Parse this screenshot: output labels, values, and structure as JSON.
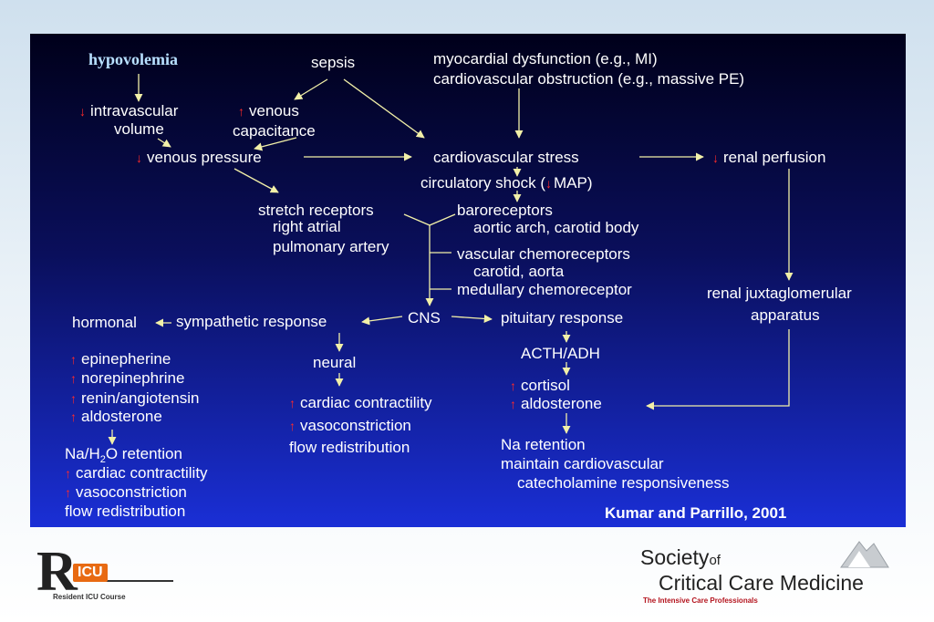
{
  "nodes": {
    "hypovolemia": "hypovolemia",
    "sepsis": "sepsis",
    "myo1": "myocardial dysfunction (e.g., MI)",
    "myo2": "cardiovascular obstruction (e.g., massive PE)",
    "intravascular1": "intravascular",
    "intravascular2": "volume",
    "venous_cap1": "venous",
    "venous_cap2": "capacitance",
    "venous_pressure": "venous pressure",
    "cv_stress": "cardiovascular stress",
    "renal_perfusion": "renal perfusion",
    "circ_shock_a": "circulatory shock (",
    "circ_shock_b": "MAP)",
    "stretch1": "stretch receptors",
    "stretch2": "right atrial",
    "stretch3": "pulmonary artery",
    "baro1": "baroreceptors",
    "baro2": "aortic arch, carotid body",
    "vasc_chemo1": "vascular chemoreceptors",
    "vasc_chemo2": "carotid, aorta",
    "medullary": "medullary chemoreceptor",
    "renal_jg1": "renal juxtaglomerular",
    "renal_jg2": "apparatus",
    "cns": "CNS",
    "hormonal": "hormonal",
    "sympathetic": "sympathetic response",
    "pituitary": "pituitary response",
    "epinepherine": "epinepherine",
    "norepinephrine": "norepinephrine",
    "renin": "renin/angiotensin",
    "aldosterone_h": "aldosterone",
    "neural": "neural",
    "acth": "ACTH/ADH",
    "cortisol": "cortisol",
    "aldosterone_p": "aldosterone",
    "cardiac_n": "cardiac contractility",
    "vasocon_n": "vasoconstriction",
    "flow_n": "flow redistribution",
    "na_h2o_a": "Na/H",
    "na_h2o_sub": "2",
    "na_h2o_b": "O retention",
    "cardiac_h": "cardiac contractility",
    "vasocon_h": "vasoconstriction",
    "flow_h": "flow redistribution",
    "na_ret": "Na retention",
    "maintain1": "maintain cardiovascular",
    "maintain2": "catecholamine responsiveness"
  },
  "citation": "Kumar and Parrillo, 2001",
  "footer": {
    "ricu_letter": "R",
    "ricu_badge": "ICU",
    "ricu_course": "Resident ICU Course",
    "sccm_society": "Society",
    "sccm_of": "of",
    "sccm_name": "Critical Care Medicine",
    "sccm_tagline": "The Intensive Care Professionals"
  },
  "colors": {
    "arrow": "#f2f0a8",
    "red_arrow": "#ff2a2a",
    "background_top": "#00001a",
    "background_bottom": "#1a2fd6"
  },
  "icons": {
    "up": "up-arrow-icon",
    "down": "down-arrow-icon"
  }
}
